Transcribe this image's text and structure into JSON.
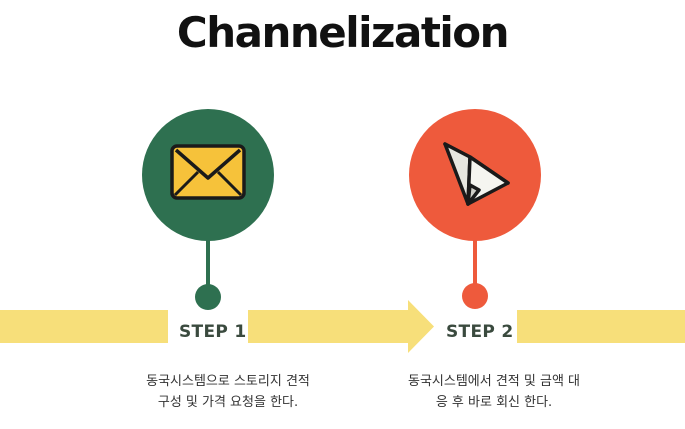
{
  "title": "Channelization",
  "colors": {
    "band": "#f7df7a",
    "step1": "#2e7050",
    "step2": "#ee5a3c",
    "envelope": "#f6c23a",
    "plane": "#f5f5f0",
    "label": "#3a4a3e"
  },
  "steps": [
    {
      "icon": "envelope-icon",
      "label": "STEP 1",
      "desc_lines": [
        "동국시스템으로 스토리지 견적",
        "구성 및 가격 요청을 한다."
      ]
    },
    {
      "icon": "paper-plane-icon",
      "label": "STEP 2",
      "desc_lines": [
        "동국시스템에서 견적 및 금액 대",
        "응 후 바로 회신 한다."
      ]
    }
  ]
}
